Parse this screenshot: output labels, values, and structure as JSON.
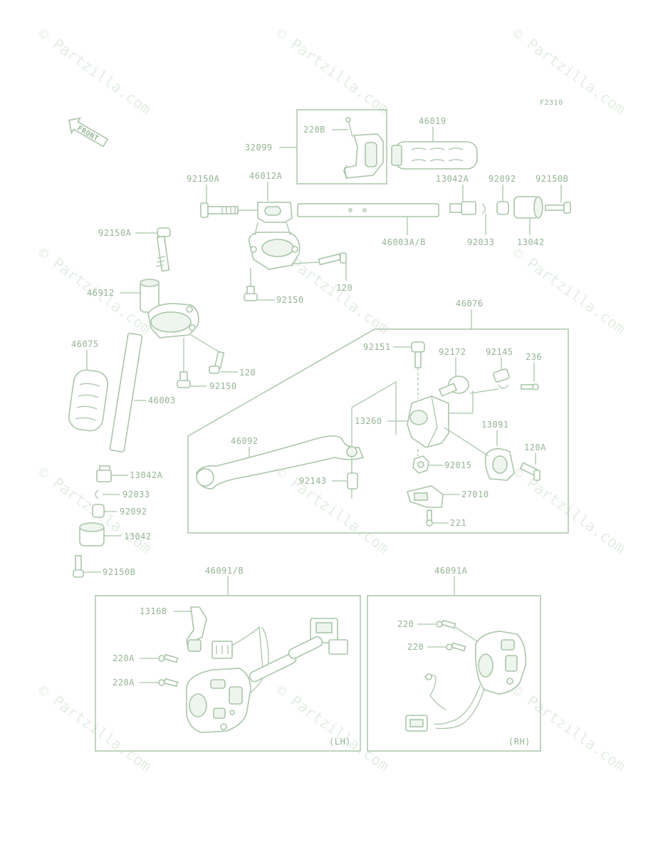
{
  "figure_code": "F2310",
  "front_arrow_text": "FRONT",
  "watermark_text": "© Partzilla.com",
  "side_labels": {
    "left": "(LH)",
    "right": "(RH)"
  },
  "part_labels": [
    "32099",
    "220B",
    "46019",
    "92150A",
    "46012A",
    "13042A",
    "92092",
    "92150B",
    "46003A/B",
    "92033",
    "13042",
    "92150A",
    "46912",
    "120",
    "92150",
    "46076",
    "46075",
    "92151",
    "92172",
    "92145",
    "236",
    "120",
    "92150",
    "13260",
    "46003",
    "13091",
    "46092",
    "120A",
    "92015",
    "92143",
    "27010",
    "13042A",
    "92033",
    "92092",
    "13042",
    "221",
    "92150B",
    "46091/B",
    "46091A",
    "13168",
    "220",
    "220",
    "220A",
    "220A"
  ],
  "colors": {
    "line": "#a9c6a9",
    "text": "#93b493",
    "watermark": "#e4eee4"
  }
}
